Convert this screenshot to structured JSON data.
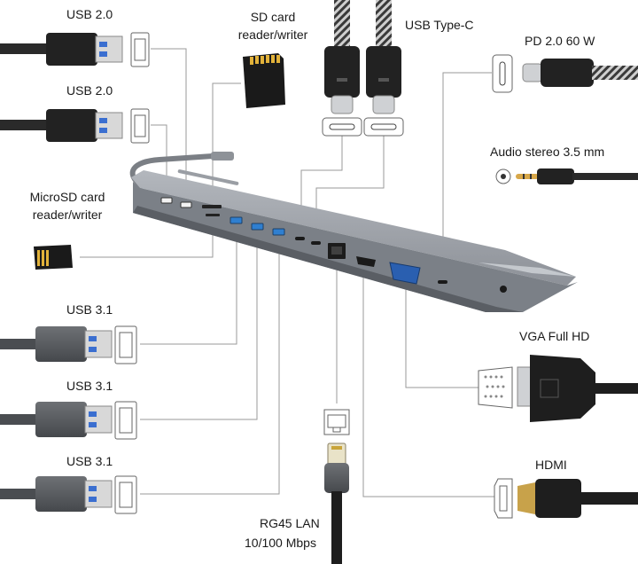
{
  "labels": {
    "usb20_top": "USB 2.0",
    "usb20_second": "USB 2.0",
    "sd_card_line1": "SD card",
    "sd_card_line2": "reader/writer",
    "usb_type_c": "USB Type-C",
    "pd": "PD 2.0 60 W",
    "audio": "Audio stereo 3.5 mm",
    "microsd_line1": "MicroSD card",
    "microsd_line2": "reader/writer",
    "usb31_first": "USB 3.1",
    "usb31_second": "USB 3.1",
    "usb31_third": "USB 3.1",
    "vga": "VGA Full HD",
    "hdmi": "HDMI",
    "rj45_line1": "RG45 LAN",
    "rj45_line2": "10/100 Mbps"
  },
  "colors": {
    "hub_body": "#8a8f96",
    "hub_top": "#a7abb1",
    "hub_front": "#6c7178",
    "usb31_port": "#2f7fd0",
    "vga_port": "#2a5fb0",
    "connector_black": "#1e1e1e",
    "connector_gray": "#5a5d61",
    "sd_gold": "#e2b23a",
    "leader_line": "#9a9a9a"
  },
  "icons": [
    "usb-a-port-icon",
    "usb-a-plug-icon",
    "sd-card-icon",
    "microsd-card-icon",
    "usb-c-port-icon",
    "usb-c-plug-icon",
    "audio-jack-icon",
    "rj45-port-icon",
    "rj45-plug-icon",
    "vga-port-icon",
    "vga-plug-icon",
    "hdmi-port-icon",
    "hdmi-plug-icon",
    "hub-icon"
  ]
}
